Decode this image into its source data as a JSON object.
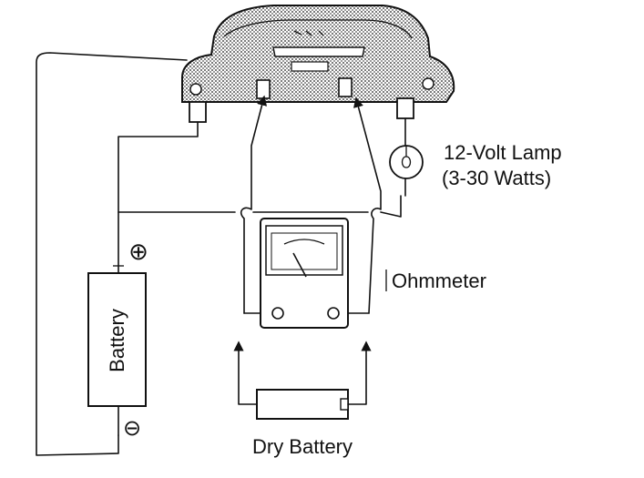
{
  "labels": {
    "lamp_line1": "12-Volt Lamp",
    "lamp_line2": "(3-30 Watts)",
    "ohmmeter": "Ohmmeter",
    "battery": "Battery",
    "dry_battery": "Dry Battery",
    "plus": "⊕",
    "minus": "⊖"
  },
  "colors": {
    "line": "#111111",
    "background": "#ffffff",
    "stipple": "#8a8a8a"
  }
}
